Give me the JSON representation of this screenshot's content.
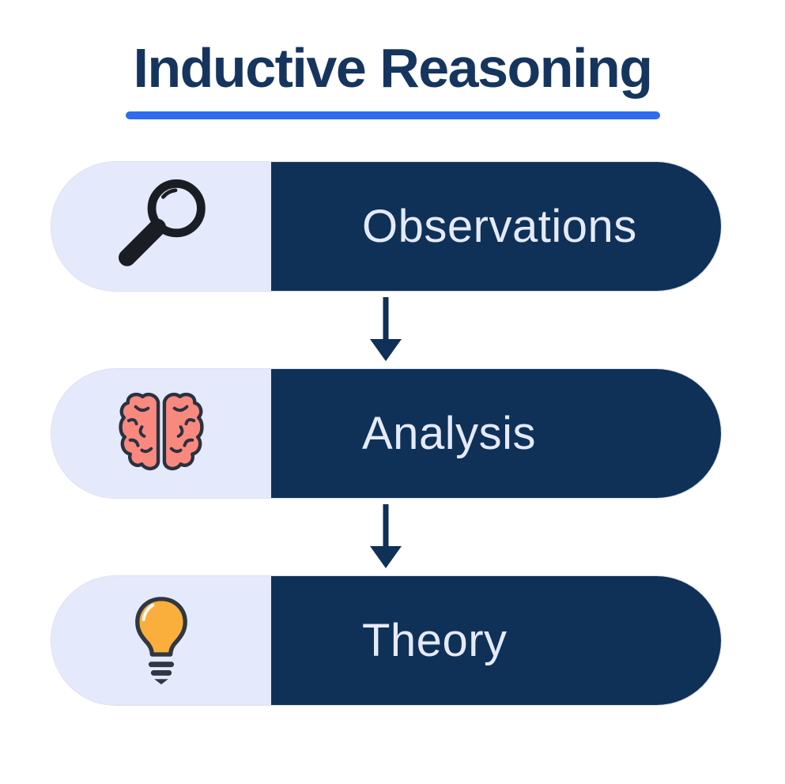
{
  "title": {
    "text": "Inductive Reasoning"
  },
  "steps": [
    {
      "label": "Observations",
      "icon": "magnifier-icon"
    },
    {
      "label": "Analysis",
      "icon": "brain-icon"
    },
    {
      "label": "Theory",
      "icon": "lightbulb-icon"
    }
  ],
  "arrows": [
    {
      "direction": "down"
    },
    {
      "direction": "down"
    }
  ],
  "colors": {
    "navy": "#0F3158",
    "lavender": "#E4E9FC",
    "label": "#E5EAFB",
    "title": "#16355E",
    "underline": "#2E6BF0",
    "arrow": "#0F3158",
    "icon-dark": "#1A1D23",
    "brain-fill": "#F9897F",
    "brain-stroke": "#293241",
    "bulb-fill": "#FAAE3B",
    "bulb-stroke": "#2F3743"
  }
}
